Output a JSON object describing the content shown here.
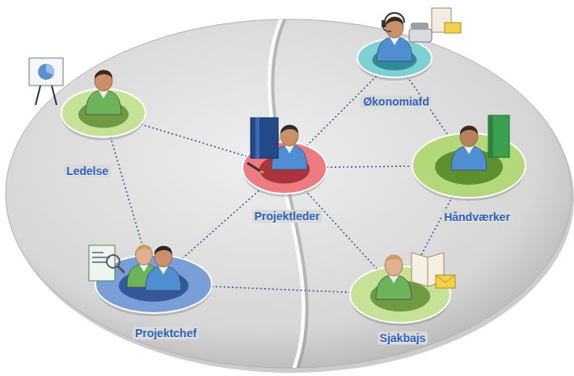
{
  "diagram": {
    "nodes": [
      {
        "text": [
          "Økonomiafd"
        ]
      },
      {
        "text": [
          "Ledelse"
        ]
      },
      {
        "text": [
          "Projektleder"
        ]
      },
      {
        "text": [
          "Håndværker"
        ]
      },
      {
        "text": [
          "Sjakbajs"
        ]
      },
      {
        "text": [
          "Projektchef"
        ]
      }
    ],
    "edges": [
      {
        "from": 1,
        "to": 2,
        "arrow": "none"
      },
      {
        "from": 1,
        "to": 5,
        "arrow": "none"
      },
      {
        "from": 5,
        "to": 2,
        "arrow": "none"
      },
      {
        "from": 5,
        "to": 4,
        "arrow": "none"
      },
      {
        "from": 2,
        "to": 0,
        "arrow": "none"
      },
      {
        "from": 2,
        "to": 3,
        "arrow": "none"
      },
      {
        "from": 2,
        "to": 4,
        "arrow": "none"
      },
      {
        "from": 0,
        "to": 3,
        "arrow": "none"
      },
      {
        "from": 3,
        "to": 4,
        "arrow": "none"
      }
    ]
  }
}
